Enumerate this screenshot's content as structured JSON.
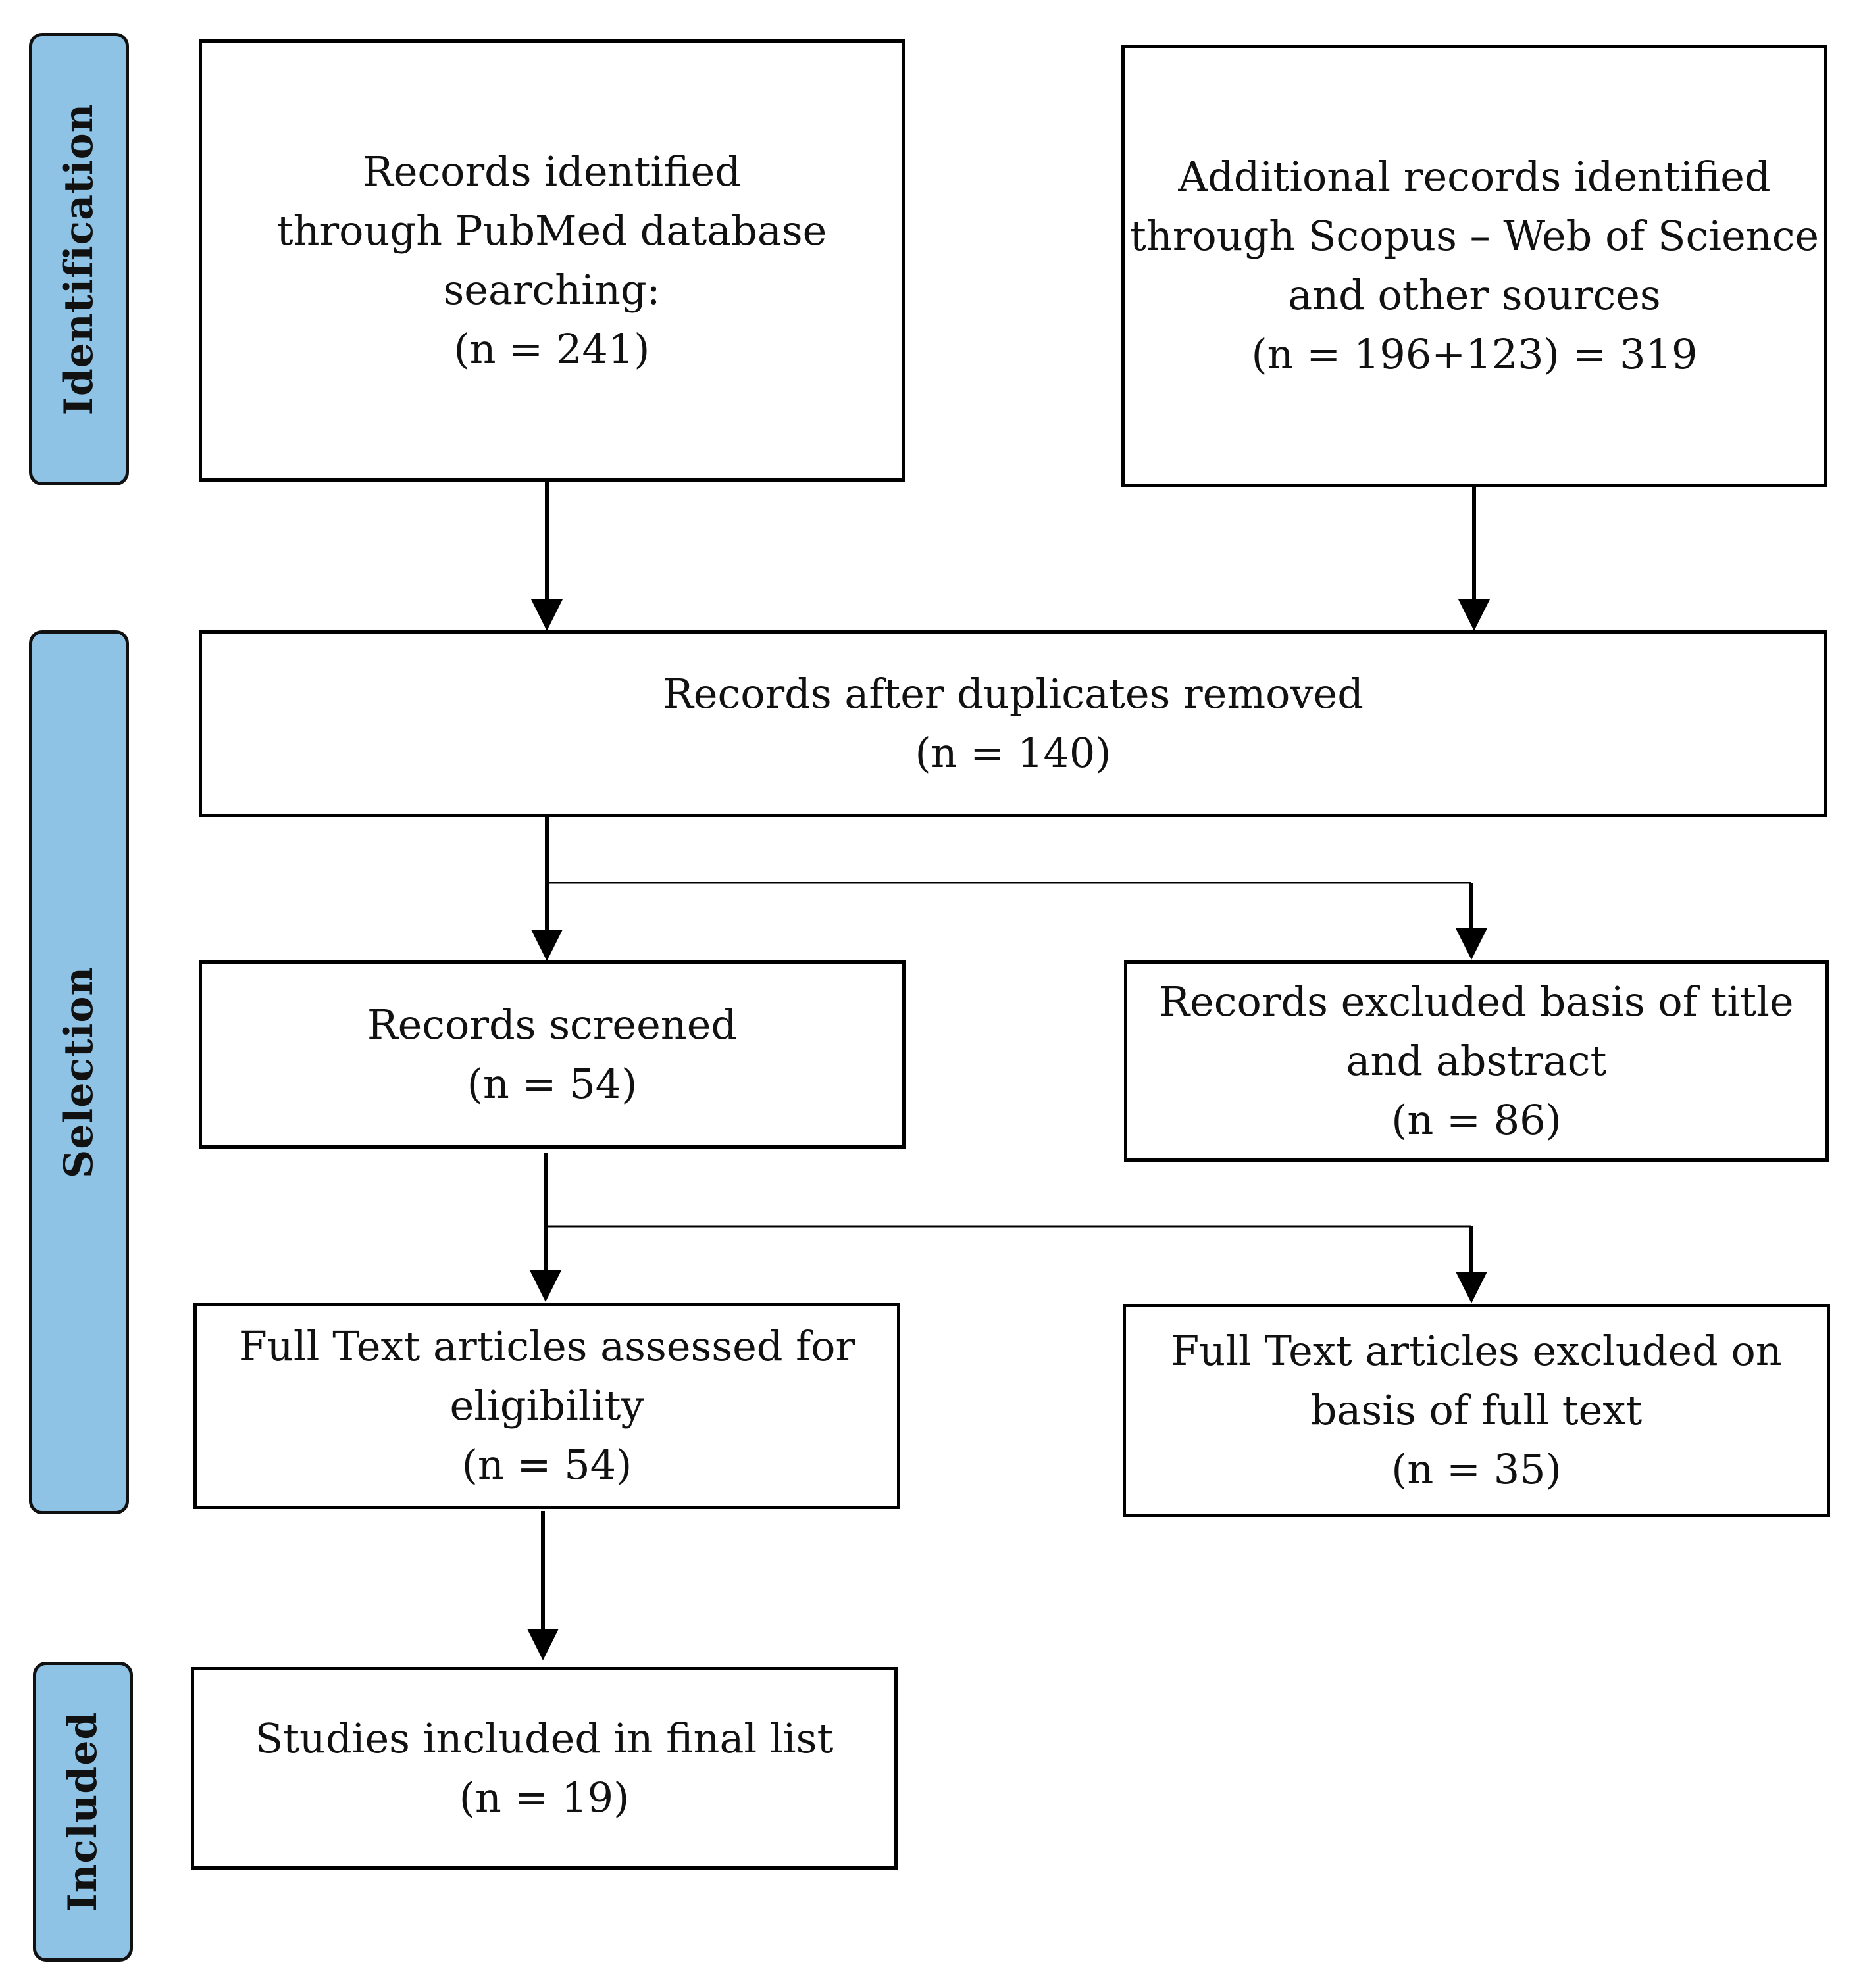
{
  "phases": {
    "identification": "Identification",
    "selection": "Selection",
    "included": "Included"
  },
  "boxes": {
    "pubmed": {
      "lines": [
        "Records identified",
        "through PubMed database",
        "searching:",
        "(n = 241)"
      ]
    },
    "additional": {
      "lines": [
        "Additional records identified",
        "through Scopus – Web of Science",
        "and other sources",
        "(n = 196+123) = 319"
      ]
    },
    "duplicates_removed": {
      "lines": [
        "Records after duplicates removed",
        "(n = 140)"
      ]
    },
    "screened": {
      "lines": [
        "Records screened",
        "(n = 54)"
      ]
    },
    "excluded_title_abstract": {
      "lines": [
        "Records excluded basis of title",
        "and abstract",
        "(n = 86)"
      ]
    },
    "full_text_assessed": {
      "lines": [
        "Full Text articles assessed for",
        "eligibility",
        "(n = 54)"
      ]
    },
    "full_text_excluded": {
      "lines": [
        "Full Text articles excluded on",
        "basis of full text",
        "(n = 35)"
      ]
    },
    "included_final": {
      "lines": [
        "Studies included in final list",
        "(n = 19)"
      ]
    }
  },
  "colors": {
    "phase_fill": "#8ec3e6",
    "stroke": "#000000"
  }
}
